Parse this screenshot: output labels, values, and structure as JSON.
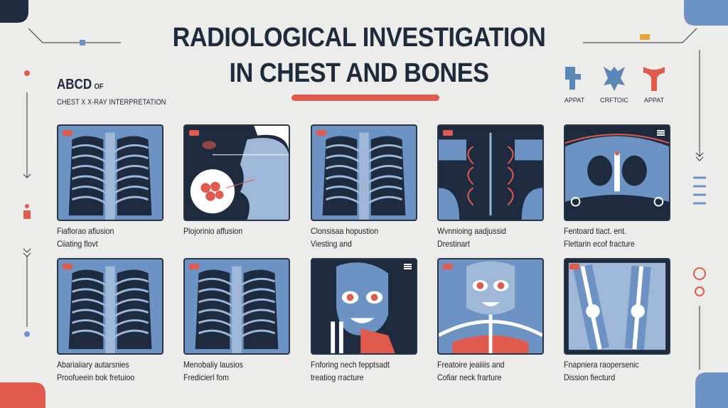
{
  "header": {
    "title_line1": "RADIOLOGICAL INVESTIGATION",
    "title_line2": "IN CHEST AND BONES",
    "abcd": "ABCD",
    "abcd_of": "OF",
    "subtitle": "CHEST X X-RAY INTERPRETATION"
  },
  "legend": [
    {
      "label": "APPAT",
      "icon": "bone-joint-icon",
      "color": "#5b86b8"
    },
    {
      "label": "CRFTOIC",
      "icon": "pelvis-icon",
      "color": "#5b86b8"
    },
    {
      "label": "APPAT",
      "icon": "femur-icon",
      "color": "#e05a4e"
    }
  ],
  "colors": {
    "navy": "#1e2a3e",
    "blue": "#6d93c4",
    "red": "#e05a4e",
    "background": "#ecedea"
  },
  "panels": [
    {
      "type": "chest-xray",
      "line1": "Fiaflorao afiusion",
      "line2": "Ciiating flovt",
      "control": "badge"
    },
    {
      "type": "face-profile",
      "line1": "Plojorinio affusion",
      "line2": "",
      "control": "badge"
    },
    {
      "type": "chest-xray",
      "line1": "Clonsisaa hopustion",
      "line2": "Viesting and",
      "control": "badge"
    },
    {
      "type": "vessels",
      "line1": "Wvnnioing aadjussid",
      "line2": "Drestinart",
      "control": "badge"
    },
    {
      "type": "pelvis",
      "line1": "Fentoard tiact. ent.",
      "line2": "Flettarin ecof fracture",
      "control": "menu"
    },
    {
      "type": "chest-xray",
      "line1": "Abariaiiary autarsnies",
      "line2": "Proofueein bok fretuioo",
      "control": "badge"
    },
    {
      "type": "chest-xray",
      "line1": "Menobaliy lausios",
      "line2": "Fredicierl fom",
      "control": "badge"
    },
    {
      "type": "skull-face",
      "line1": "Fnforing nech fepptsadt",
      "line2": "treatiog rracture",
      "control": "menu"
    },
    {
      "type": "skeleton",
      "line1": "Freatoire jeaiiiis and",
      "line2": "Cofiar neck frarture",
      "control": "badge"
    },
    {
      "type": "legs",
      "line1": "Fnapniera raopersenic",
      "line2": "Dission fiecturd",
      "control": "badge"
    }
  ]
}
